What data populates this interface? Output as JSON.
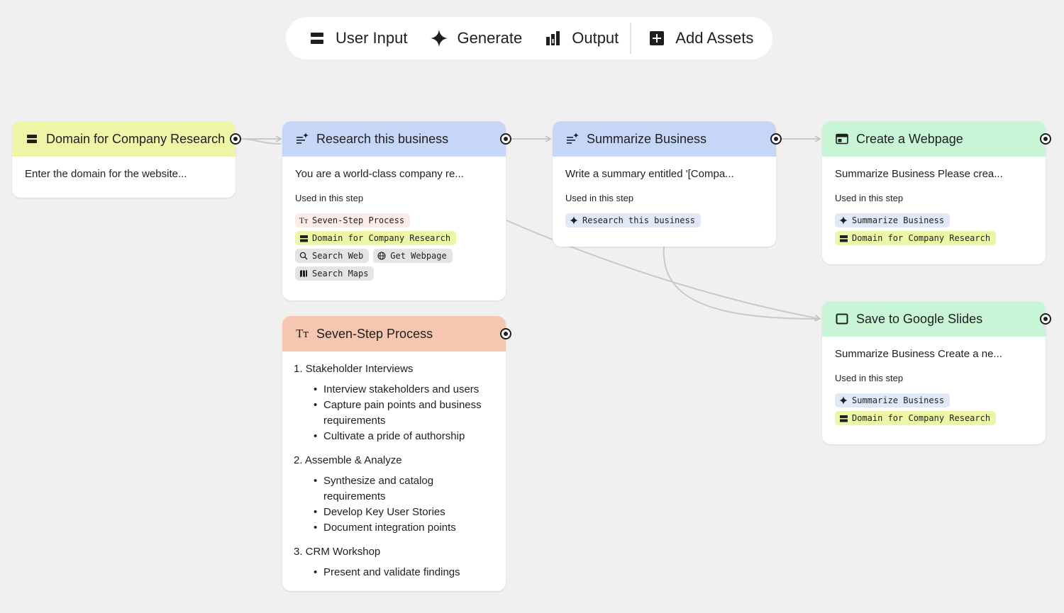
{
  "toolbar": {
    "user_input": "User Input",
    "generate": "Generate",
    "output": "Output",
    "add_assets": "Add Assets"
  },
  "nodes": {
    "domain": {
      "title": "Domain for Company Research",
      "prompt": "Enter the domain for the website...",
      "icon": "input-icon",
      "color": "#ecf6a6"
    },
    "research": {
      "title": "Research this business",
      "prompt": "You are a world-class company re...",
      "used_label": "Used in this step",
      "chips": [
        "Seven-Step Process",
        "Domain for Company Research",
        "Search Web",
        "Get Webpage",
        "Search Maps"
      ],
      "icon": "generate-icon",
      "color": "#c6d6f7"
    },
    "summarize": {
      "title": "Summarize Business",
      "prompt": "Write a summary entitled '[Compa...",
      "used_label": "Used in this step",
      "chips": [
        "Research this business"
      ],
      "icon": "generate-icon",
      "color": "#c6d6f7"
    },
    "webpage": {
      "title": "Create a Webpage",
      "prompt": "Summarize Business Please crea...",
      "used_label": "Used in this step",
      "chips": [
        "Summarize Business",
        "Domain for Company Research"
      ],
      "icon": "webpage-icon",
      "color": "#c8f5d6"
    },
    "slides": {
      "title": "Save to Google Slides",
      "prompt": "Summarize Business Create a ne...",
      "used_label": "Used in this step",
      "chips": [
        "Summarize Business",
        "Domain for Company Research"
      ],
      "icon": "slides-icon",
      "color": "#c8f5d6"
    },
    "seven": {
      "title": "Seven-Step Process",
      "icon": "text-icon",
      "color": "#f6c7b0",
      "steps": [
        {
          "heading": "1. Stakeholder Interviews",
          "bullets": [
            "Interview stakeholders and users",
            "Capture pain points and business requirements",
            "Cultivate a pride of authorship"
          ]
        },
        {
          "heading": "2. Assemble & Analyze",
          "bullets": [
            "Synthesize and catalog requirements",
            "Develop Key User Stories",
            "Document integration points"
          ]
        },
        {
          "heading": "3. CRM Workshop",
          "bullets": [
            "Present and validate findings"
          ]
        }
      ]
    }
  }
}
